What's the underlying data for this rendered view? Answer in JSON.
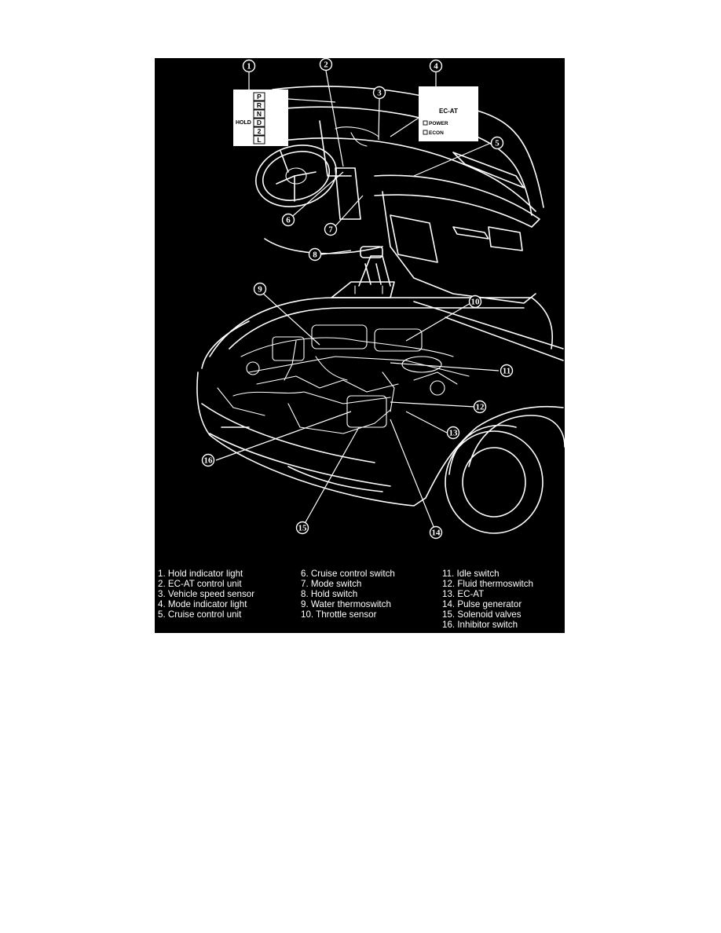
{
  "diagram": {
    "callouts": [
      "1",
      "2",
      "3",
      "4",
      "5",
      "6",
      "7",
      "8",
      "9",
      "10",
      "11",
      "12",
      "13",
      "14",
      "15",
      "16"
    ],
    "hold_inset": {
      "label": "HOLD",
      "letters": [
        "P",
        "R",
        "N",
        "D",
        "2",
        "L"
      ]
    },
    "mode_inset": {
      "title": "EC-AT",
      "item1": "POWER",
      "item2": "ECON"
    },
    "legend": [
      {
        "text": "1. Hold indicator light"
      },
      {
        "text": "2. EC-AT control unit"
      },
      {
        "text": "3. Vehicle speed sensor"
      },
      {
        "text": "4. Mode indicator light"
      },
      {
        "text": "5. Cruise control unit"
      },
      {
        "text": "6. Cruise control switch"
      },
      {
        "text": "7. Mode switch"
      },
      {
        "text": "8. Hold switch"
      },
      {
        "text": "9. Water thermoswitch"
      },
      {
        "text": "10. Throttle sensor"
      },
      {
        "text": "11. Idle switch"
      },
      {
        "text": "12. Fluid thermoswitch"
      },
      {
        "text": "13. EC-AT"
      },
      {
        "text": "14. Pulse generator"
      },
      {
        "text": "15. Solenoid valves"
      },
      {
        "text": "16. Inhibitor switch"
      }
    ],
    "colors": {
      "background": "#000000",
      "lines": "#ffffff",
      "page": "#ffffff"
    }
  }
}
